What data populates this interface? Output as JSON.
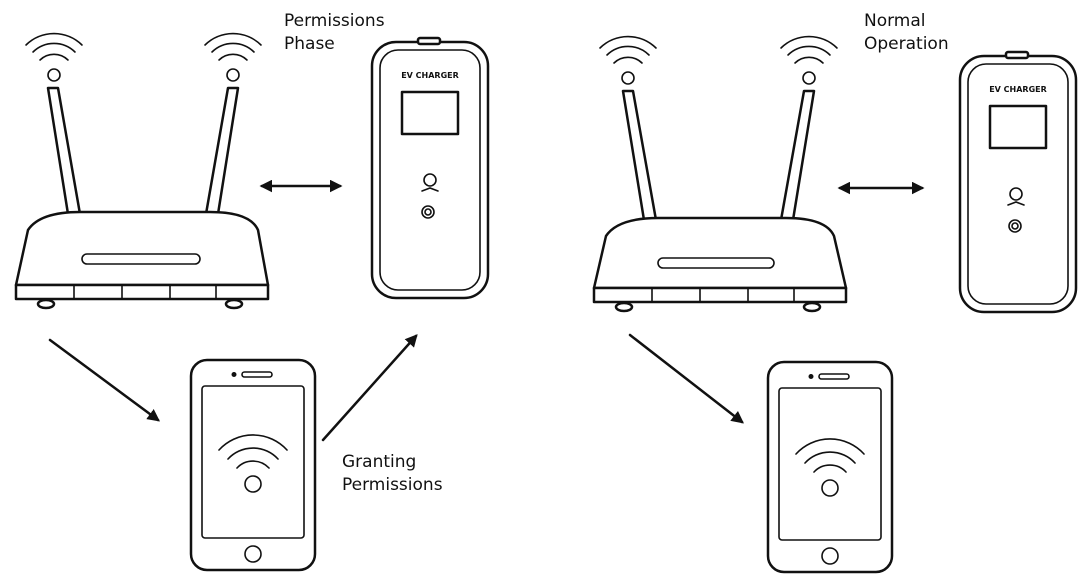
{
  "left_scene": {
    "phase_label": "Permissions\nPhase",
    "action_label": "Granting\nPermissions",
    "charger_text": "EV CHARGER"
  },
  "right_scene": {
    "phase_label": "Normal\nOperation",
    "charger_text": "EV CHARGER"
  },
  "colors": {
    "line": "#111111",
    "background": "#ffffff"
  }
}
